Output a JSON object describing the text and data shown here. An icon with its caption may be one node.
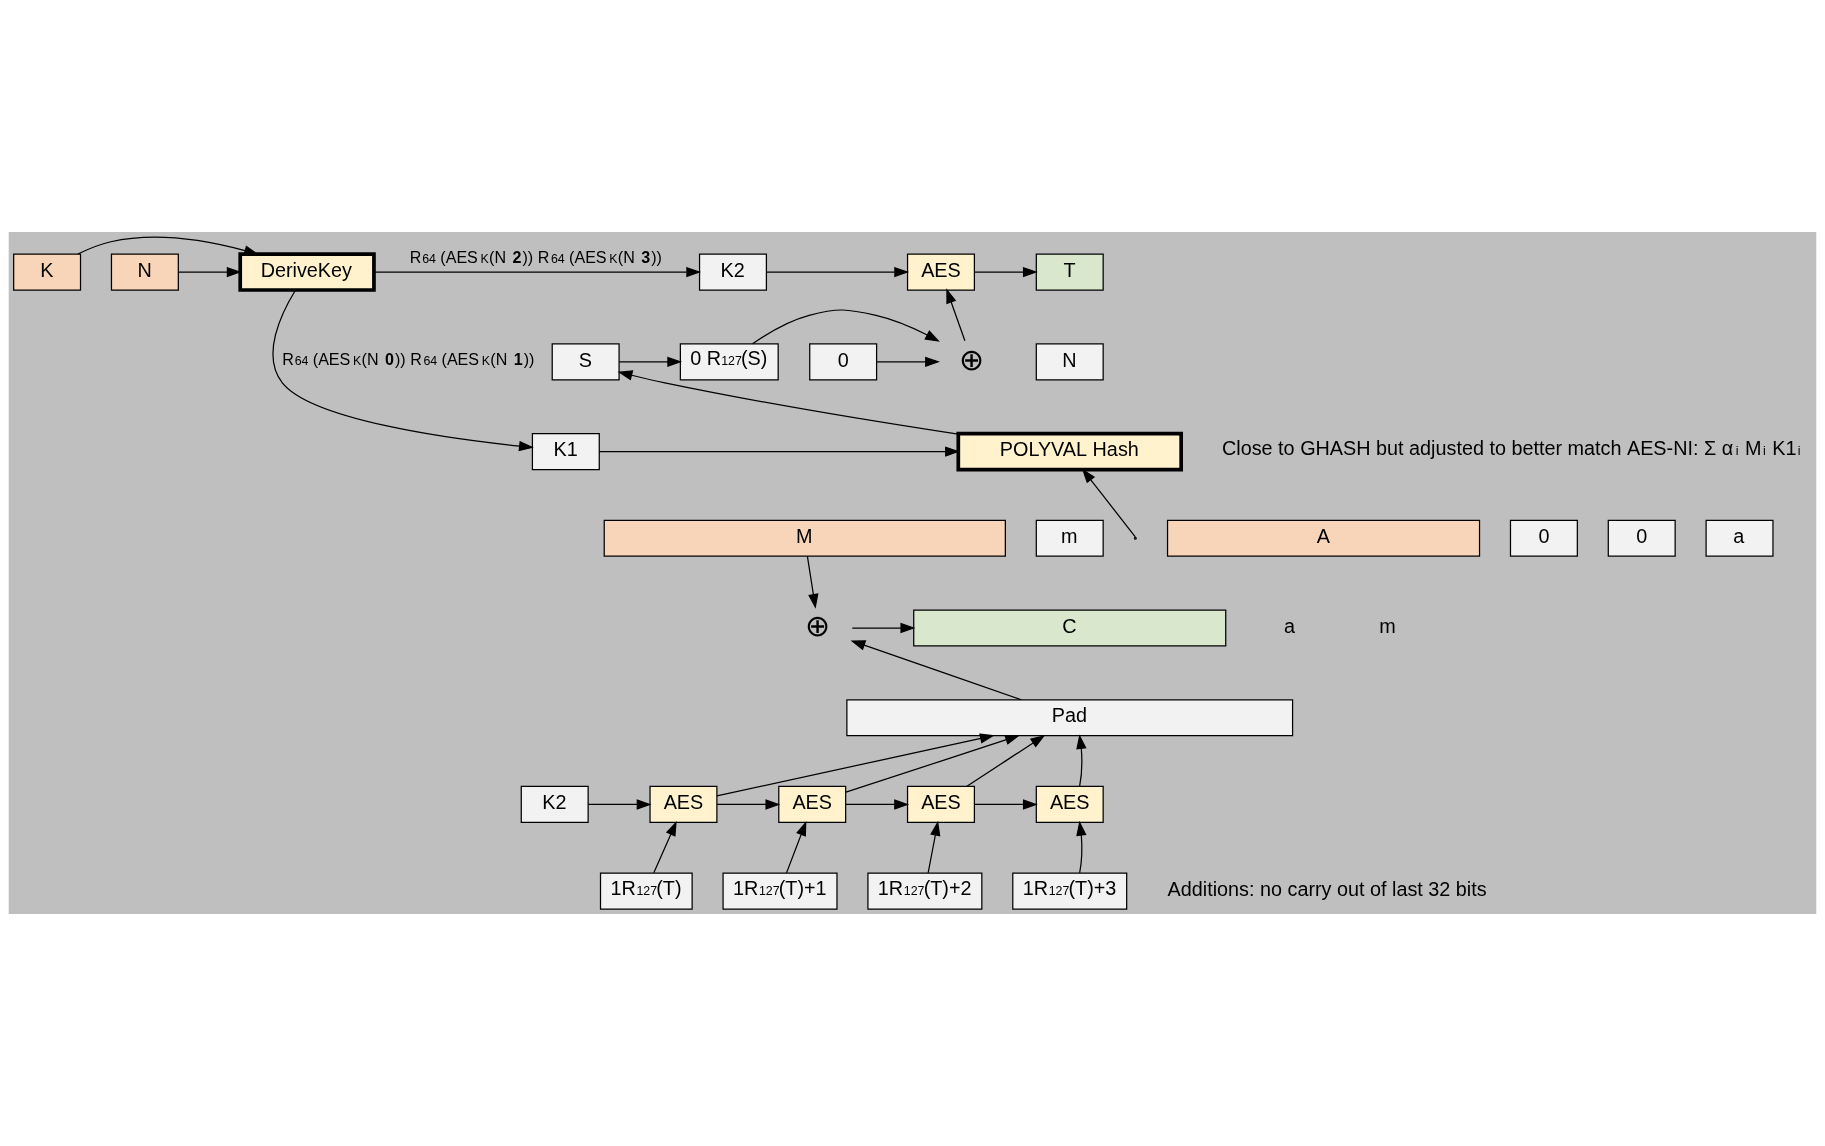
{
  "diagram": {
    "nodes": [
      {
        "text": [
          "K"
        ]
      },
      {
        "text": [
          "N"
        ]
      },
      {
        "text": [
          "DeriveKey"
        ]
      },
      {
        "text": [
          "K2"
        ]
      },
      {
        "text": [
          "AES"
        ]
      },
      {
        "text": [
          "T"
        ]
      },
      {
        "text": [
          "S"
        ]
      },
      {
        "text": [
          "0 R$_{127}$(S)"
        ]
      },
      {
        "text": [
          "⊕"
        ]
      },
      {
        "text": [
          "0"
        ]
      },
      {
        "text": [
          "N"
        ]
      },
      {
        "text": [
          "K1"
        ]
      },
      {
        "text": [
          "POLYVAL Hash"
        ]
      },
      {
        "text": [
          "A"
        ]
      },
      {
        "text": [
          "0"
        ]
      },
      {
        "text": [
          "M"
        ]
      },
      {
        "text": [
          "0"
        ]
      },
      {
        "text": [
          "a"
        ]
      },
      {
        "text": [
          "m"
        ]
      },
      {
        "text": [
          "⊕"
        ]
      },
      {
        "text": [
          "C"
        ]
      },
      {
        "text": [
          "Pad"
        ]
      },
      {
        "text": [
          "K2"
        ]
      },
      {
        "text": [
          "AES"
        ]
      },
      {
        "text": [
          "AES"
        ]
      },
      {
        "text": [
          "AES"
        ]
      },
      {
        "text": [
          "AES"
        ]
      },
      {
        "text": [
          "1R$_{127}$(T)"
        ]
      },
      {
        "text": [
          "1R$_{127}$(T)+1"
        ]
      },
      {
        "text": [
          "1R$_{127}$(T)+2"
        ]
      },
      {
        "text": [
          "1R$_{127}$(T)+3"
        ]
      }
    ],
    "edges": [
      {
        "from": 0,
        "to": 2,
        "arrow": "to"
      },
      {
        "from": 1,
        "to": 2,
        "arrow": "to"
      },
      {
        "from": 2,
        "to": 3,
        "arrow": "to",
        "label": "R$_{64}$ (AES$_{K}$(N **2**)) R$_{64}$ (AES$_{K}$(N **3**))"
      },
      {
        "from": 3,
        "to": 4,
        "arrow": "to"
      },
      {
        "from": 4,
        "to": 5,
        "arrow": "to"
      },
      {
        "from": 2,
        "to": 11,
        "arrow": "to",
        "label": "R$_{64}$ (AES$_{K}$(N **0**)) R$_{64}$ (AES$_{K}$(N **1**))"
      },
      {
        "from": 11,
        "to": 12,
        "arrow": "to"
      },
      {
        "from": 12,
        "to": 6,
        "arrow": "to"
      },
      {
        "from": 6,
        "to": 7,
        "arrow": "to"
      },
      {
        "from": 7,
        "to": 8,
        "arrow": "to"
      },
      {
        "from": 9,
        "to": 8,
        "arrow": "to"
      },
      {
        "from": 8,
        "to": 4,
        "arrow": "to"
      },
      {
        "from": null,
        "to": 12,
        "arrow": "to"
      },
      {
        "from": 15,
        "to": 19,
        "arrow": "to"
      },
      {
        "from": 19,
        "to": 20,
        "arrow": "to"
      },
      {
        "from": 21,
        "to": 19,
        "arrow": "to"
      },
      {
        "from": 22,
        "to": 23,
        "arrow": "to"
      },
      {
        "from": 23,
        "to": 24,
        "arrow": "to"
      },
      {
        "from": 24,
        "to": 25,
        "arrow": "to"
      },
      {
        "from": 25,
        "to": 26,
        "arrow": "to"
      },
      {
        "from": 23,
        "to": 21,
        "arrow": "to"
      },
      {
        "from": 24,
        "to": 21,
        "arrow": "to"
      },
      {
        "from": 25,
        "to": 21,
        "arrow": "to"
      },
      {
        "from": 26,
        "to": 21,
        "arrow": "to"
      },
      {
        "from": 27,
        "to": 23,
        "arrow": "to"
      },
      {
        "from": 28,
        "to": 24,
        "arrow": "to"
      },
      {
        "from": 29,
        "to": 25,
        "arrow": "to"
      },
      {
        "from": 30,
        "to": 26,
        "arrow": "to"
      }
    ],
    "labels": [
      "a",
      "m",
      "Close to GHASH but adjusted to better match AES-NI: Σ α$_{i}$ M$_{i}$ K1$^{i}$",
      "Additions: no carry out of last 32 bits"
    ]
  }
}
